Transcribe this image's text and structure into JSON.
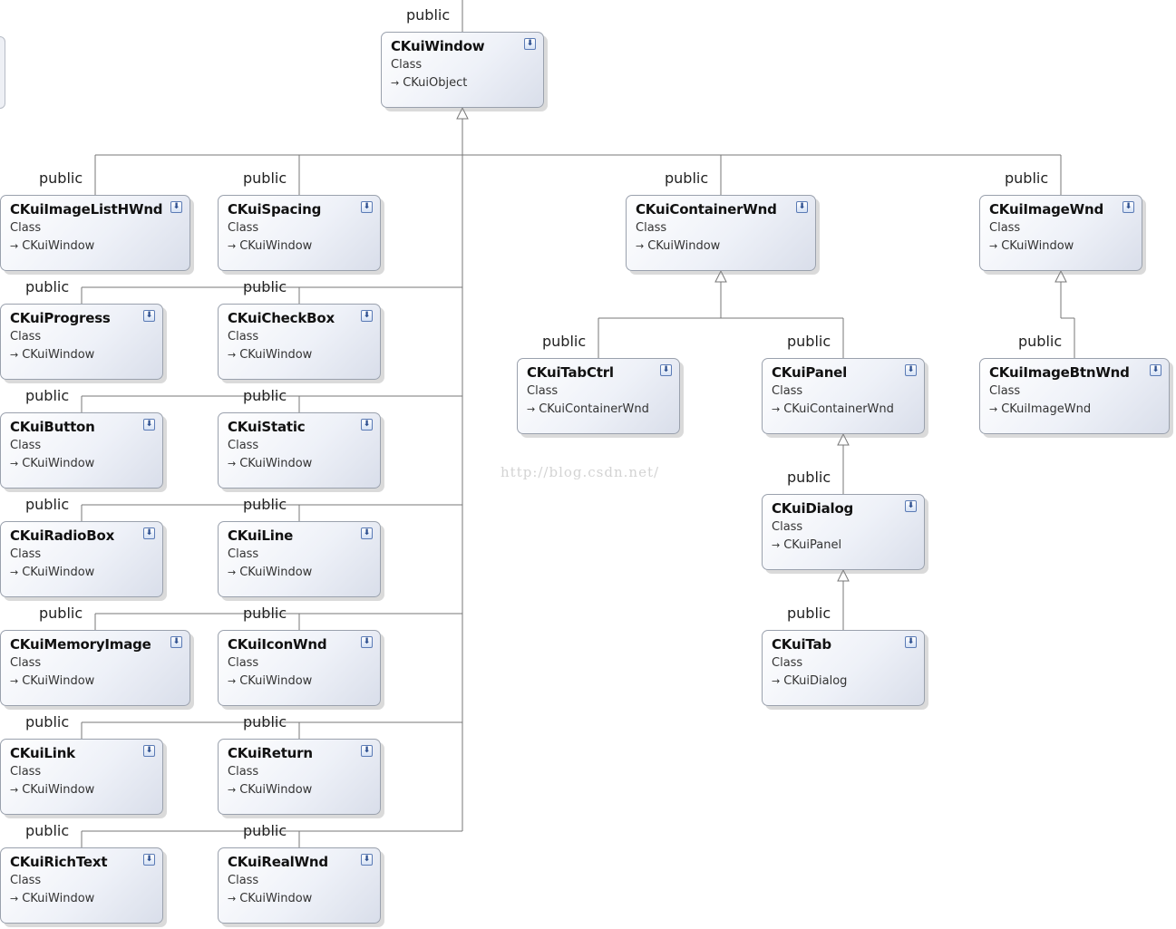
{
  "watermark": "http://blog.csdn.net/",
  "toggle_icon": "double-chevron-down-icon",
  "classes": [
    {
      "id": "CKuiWindow",
      "name": "CKuiWindow",
      "kind": "Class",
      "base": "CKuiObject",
      "inheritance": "public"
    },
    {
      "id": "CKuiImageListHWnd",
      "name": "CKuiImageListHWnd",
      "kind": "Class",
      "base": "CKuiWindow",
      "inheritance": "public"
    },
    {
      "id": "CKuiSpacing",
      "name": "CKuiSpacing",
      "kind": "Class",
      "base": "CKuiWindow",
      "inheritance": "public"
    },
    {
      "id": "CKuiContainerWnd",
      "name": "CKuiContainerWnd",
      "kind": "Class",
      "base": "CKuiWindow",
      "inheritance": "public"
    },
    {
      "id": "CKuiImageWnd",
      "name": "CKuiImageWnd",
      "kind": "Class",
      "base": "CKuiWindow",
      "inheritance": "public"
    },
    {
      "id": "CKuiProgress",
      "name": "CKuiProgress",
      "kind": "Class",
      "base": "CKuiWindow",
      "inheritance": "public"
    },
    {
      "id": "CKuiCheckBox",
      "name": "CKuiCheckBox",
      "kind": "Class",
      "base": "CKuiWindow",
      "inheritance": "public"
    },
    {
      "id": "CKuiTabCtrl",
      "name": "CKuiTabCtrl",
      "kind": "Class",
      "base": "CKuiContainerWnd",
      "inheritance": "public"
    },
    {
      "id": "CKuiPanel",
      "name": "CKuiPanel",
      "kind": "Class",
      "base": "CKuiContainerWnd",
      "inheritance": "public"
    },
    {
      "id": "CKuiImageBtnWnd",
      "name": "CKuiImageBtnWnd",
      "kind": "Class",
      "base": "CKuiImageWnd",
      "inheritance": "public"
    },
    {
      "id": "CKuiButton",
      "name": "CKuiButton",
      "kind": "Class",
      "base": "CKuiWindow",
      "inheritance": "public"
    },
    {
      "id": "CKuiStatic",
      "name": "CKuiStatic",
      "kind": "Class",
      "base": "CKuiWindow",
      "inheritance": "public"
    },
    {
      "id": "CKuiRadioBox",
      "name": "CKuiRadioBox",
      "kind": "Class",
      "base": "CKuiWindow",
      "inheritance": "public"
    },
    {
      "id": "CKuiLine",
      "name": "CKuiLine",
      "kind": "Class",
      "base": "CKuiWindow",
      "inheritance": "public"
    },
    {
      "id": "CKuiDialog",
      "name": "CKuiDialog",
      "kind": "Class",
      "base": "CKuiPanel",
      "inheritance": "public"
    },
    {
      "id": "CKuiMemoryImage",
      "name": "CKuiMemoryImage",
      "kind": "Class",
      "base": "CKuiWindow",
      "inheritance": "public"
    },
    {
      "id": "CKuiIconWnd",
      "name": "CKuiIconWnd",
      "kind": "Class",
      "base": "CKuiWindow",
      "inheritance": "public"
    },
    {
      "id": "CKuiTab",
      "name": "CKuiTab",
      "kind": "Class",
      "base": "CKuiDialog",
      "inheritance": "public"
    },
    {
      "id": "CKuiLink",
      "name": "CKuiLink",
      "kind": "Class",
      "base": "CKuiWindow",
      "inheritance": "public"
    },
    {
      "id": "CKuiReturn",
      "name": "CKuiReturn",
      "kind": "Class",
      "base": "CKuiWindow",
      "inheritance": "public"
    },
    {
      "id": "CKuiRichText",
      "name": "CKuiRichText",
      "kind": "Class",
      "base": "CKuiWindow",
      "inheritance": "public"
    },
    {
      "id": "CKuiRealWnd",
      "name": "CKuiRealWnd",
      "kind": "Class",
      "base": "CKuiWindow",
      "inheritance": "public"
    }
  ]
}
